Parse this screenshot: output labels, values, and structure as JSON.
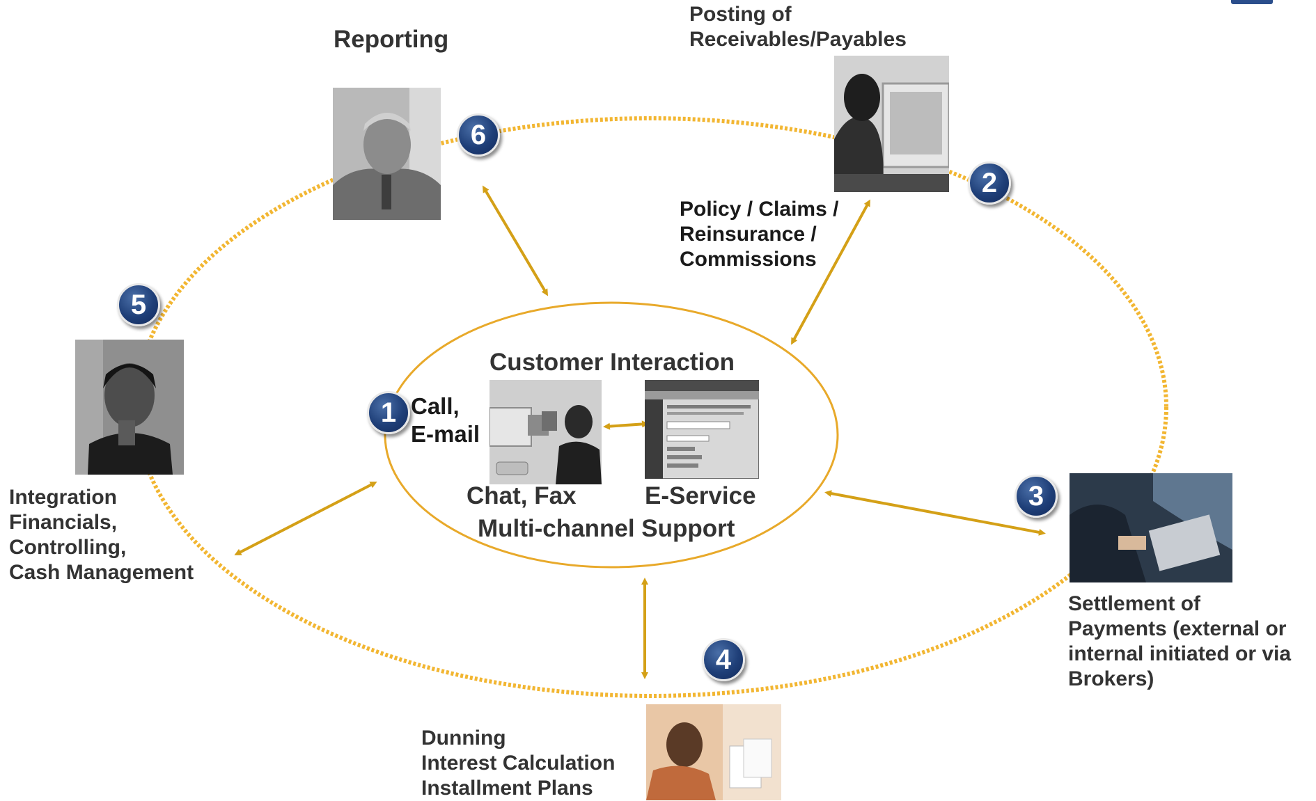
{
  "diagram": {
    "center": {
      "title": "Customer Interaction",
      "channels_line1": "Call,",
      "channels_line2": "E-mail",
      "chat_fax": "Chat, Fax",
      "e_service": "E-Service",
      "subtitle": "Multi-channel Support"
    },
    "steps": [
      {
        "number": "1"
      },
      {
        "number": "2",
        "title_lines": [
          "Posting of",
          "Receivables/Payables"
        ],
        "detail_lines": [
          "Policy / Claims /",
          "Reinsurance /",
          "Commissions"
        ]
      },
      {
        "number": "3",
        "title_lines": [
          "Settlement of",
          "Payments (external or",
          "internal initiated or via",
          "Brokers)"
        ]
      },
      {
        "number": "4",
        "title_lines": [
          "Dunning",
          "Interest Calculation",
          "Installment Plans"
        ]
      },
      {
        "number": "5",
        "title_lines": [
          "Integration",
          "Financials,",
          "Controlling,",
          "Cash Management"
        ]
      },
      {
        "number": "6",
        "title_lines": [
          "Reporting"
        ]
      }
    ],
    "colors": {
      "dotted_ring": "#f2b632",
      "inner_ellipse": "#e8a92a",
      "arrow": "#d4a017",
      "badge": "#1f3f78",
      "text": "#333333"
    },
    "photos": [
      {
        "name": "reporting-photo-icon"
      },
      {
        "name": "posting-photo-icon"
      },
      {
        "name": "settlement-photo-icon"
      },
      {
        "name": "dunning-photo-icon"
      },
      {
        "name": "integration-photo-icon"
      },
      {
        "name": "call-center-photo-icon"
      },
      {
        "name": "e-service-screen-icon"
      }
    ]
  }
}
